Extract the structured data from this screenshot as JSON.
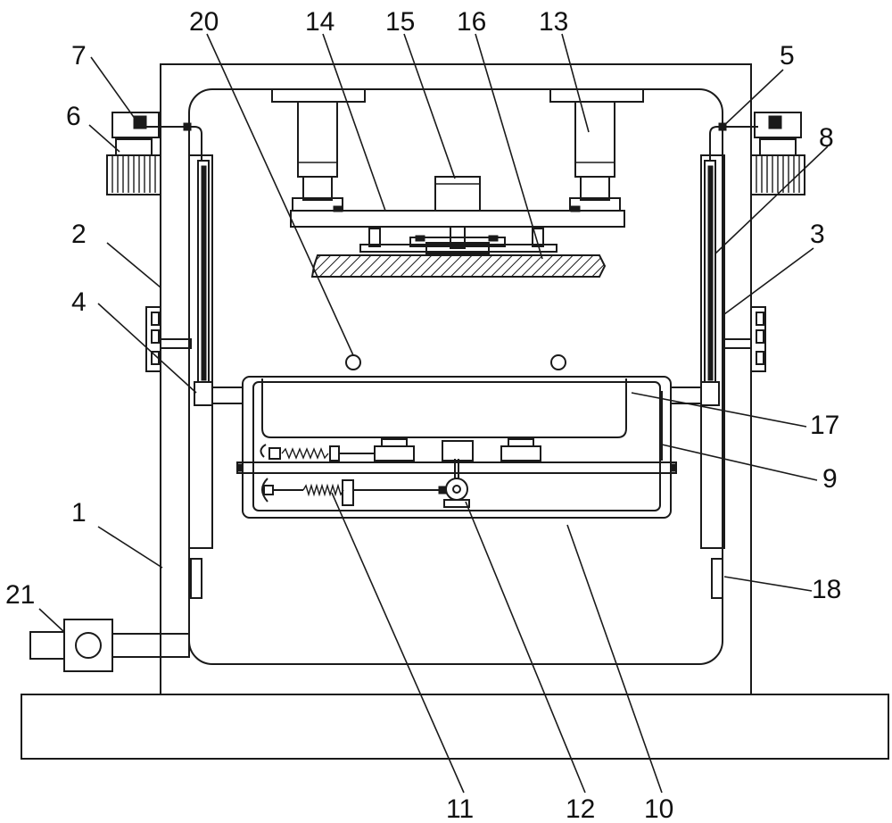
{
  "labels": {
    "l1": "1",
    "l2": "2",
    "l3": "3",
    "l4": "4",
    "l5": "5",
    "l6": "6",
    "l7": "7",
    "l8": "8",
    "l9": "9",
    "l10": "10",
    "l11": "11",
    "l12": "12",
    "l13": "13",
    "l14": "14",
    "l15": "15",
    "l16": "16",
    "l17": "17",
    "l18": "18",
    "l20": "20",
    "l21": "21"
  }
}
